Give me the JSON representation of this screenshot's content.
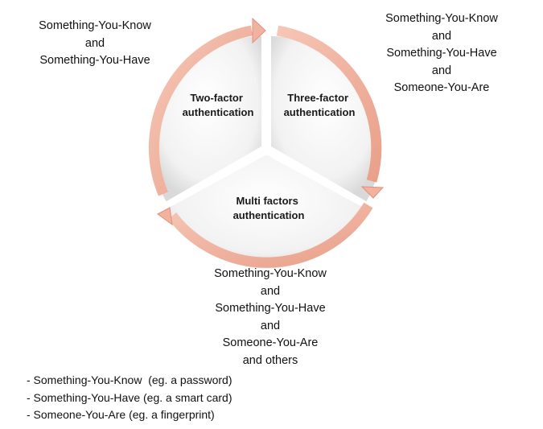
{
  "diagram": {
    "segments": [
      {
        "id": "two",
        "line1": "Two-factor",
        "line2": "authentication"
      },
      {
        "id": "three",
        "line1": "Three-factor",
        "line2": "authentication"
      },
      {
        "id": "multi",
        "line1": "Multi factors",
        "line2": "authentication"
      }
    ],
    "callouts": {
      "two_factor": [
        "Something-You-Know",
        "and",
        "Something-You-Have"
      ],
      "three_factor": [
        "Something-You-Know",
        "and",
        "Something-You-Have",
        "and",
        "Someone-You-Are"
      ],
      "multi_factor": [
        "Something-You-Know",
        "and",
        "Something-You-Have",
        "and",
        "Someone-You-Are",
        "and others"
      ]
    },
    "legend": [
      "- Something-You-Know  (eg. a password)",
      "- Something-You-Have (eg. a smart card)",
      "- Someone-You-Are (eg. a fingerprint)"
    ],
    "colors": {
      "arrow": "#f1b3a0",
      "arrow_dark": "#e48f78",
      "segment": "#f3f3f3",
      "segment_edge": "#cfcfcf"
    }
  }
}
